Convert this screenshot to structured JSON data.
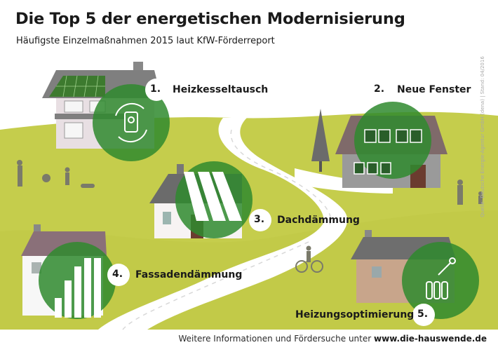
{
  "title": "Die Top 5 der energetischen Modernisierung",
  "subtitle": "Häufigste Einzelmaßnahmen 2015 laut KfW-Förderreport",
  "source_note": "Quelle: Deutsche Energie-Agentur GmbH (dena) | Stand: 04/2016",
  "measures": [
    {
      "number": "1.",
      "label": "Heizkesseltausch",
      "icon": "boiler-icon"
    },
    {
      "number": "2.",
      "label": "Neue Fenster",
      "icon": "window-icon"
    },
    {
      "number": "3.",
      "label": "Dachdämmung",
      "icon": "roof-insulation-icon"
    },
    {
      "number": "4.",
      "label": "Fassadendämmung",
      "icon": "facade-insulation-icon"
    },
    {
      "number": "5.",
      "label": "Heizungsoptimierung",
      "icon": "radiator-wrench-icon"
    }
  ],
  "footer": {
    "text": "Weitere Informationen und Fördersuche unter",
    "link": "www.die-hauswende.de"
  },
  "colors": {
    "meadow": "#c5cd4c",
    "circle_green": "#2f8a2e",
    "dark_green_overlay": "#1f5c1f",
    "road": "#ffffff",
    "house_gray": "#6e6e6e",
    "text": "#1a1a1a"
  }
}
